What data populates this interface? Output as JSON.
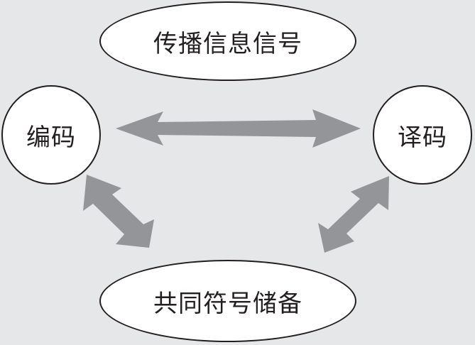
{
  "nodes": {
    "top": "传播信息信号",
    "left": "编码",
    "right": "译码",
    "bottom": "共同符号储备"
  },
  "colors": {
    "background": "#e6e7e8",
    "arrow": "#939598",
    "node_fill": "#ffffff",
    "stroke": "#231f20"
  }
}
